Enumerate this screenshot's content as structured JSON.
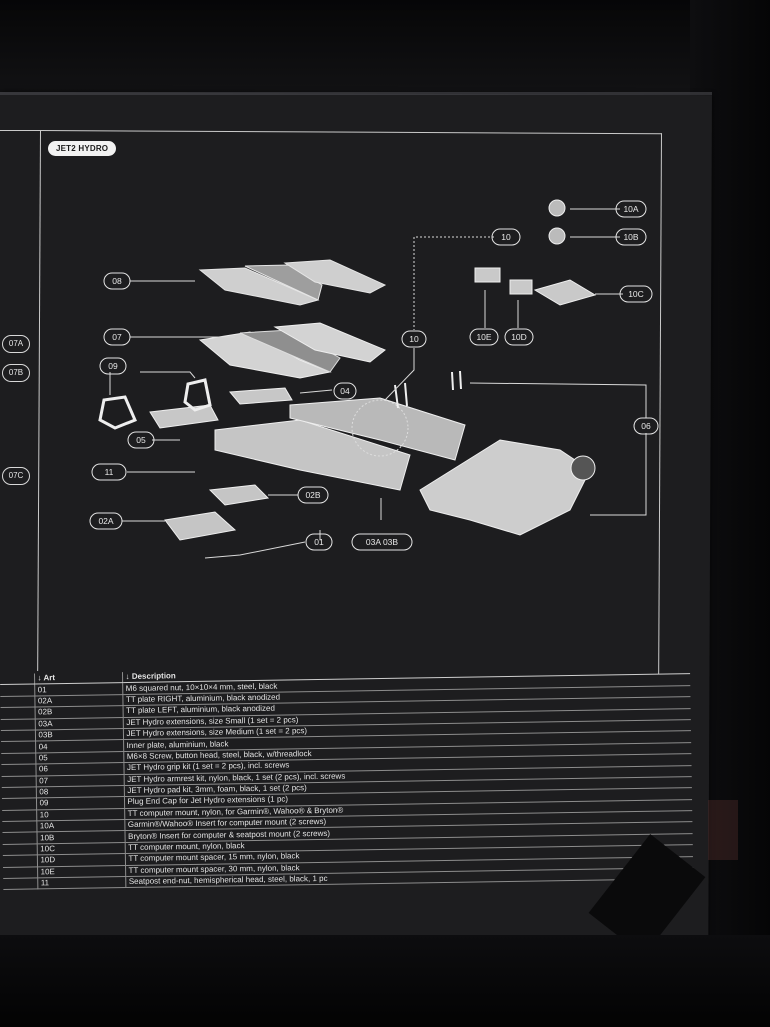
{
  "header": {
    "title": "JET2 HYDRO"
  },
  "side_tags": [
    "07A",
    "07B",
    "07C"
  ],
  "callouts": [
    "08",
    "07",
    "09",
    "05",
    "11",
    "02A",
    "02B",
    "01",
    "03A 03B",
    "04",
    "10",
    "10",
    "10A",
    "10B",
    "10C",
    "10E",
    "10D",
    "06"
  ],
  "table": {
    "headers": {
      "art": "↓ Art",
      "description": "↓ Description"
    },
    "rows": [
      {
        "art": "01",
        "description": "M6 squared nut, 10×10×4 mm, steel, black"
      },
      {
        "art": "02A",
        "description": "TT plate RIGHT, aluminium, black anodized"
      },
      {
        "art": "02B",
        "description": "TT plate LEFT, aluminium, black anodized"
      },
      {
        "art": "03A",
        "description": "JET Hydro extensions, size Small (1 set = 2 pcs)"
      },
      {
        "art": "03B",
        "description": "JET Hydro extensions, size Medium (1 set = 2 pcs)"
      },
      {
        "art": "04",
        "description": "Inner plate, aluminium, black"
      },
      {
        "art": "05",
        "description": "M6×8 Screw, button head, steel, black, w/threadlock"
      },
      {
        "art": "06",
        "description": "JET Hydro grip kit (1 set = 2 pcs), incl. screws"
      },
      {
        "art": "07",
        "description": "JET Hydro armrest kit, nylon, black, 1 set (2 pcs), incl. screws"
      },
      {
        "art": "08",
        "description": "JET Hydro pad kit, 3mm, foam, black, 1 set (2 pcs)"
      },
      {
        "art": "09",
        "description": "Plug End Cap for Jet Hydro extensions (1 pc)"
      },
      {
        "art": "10",
        "description": "TT computer mount, nylon, for Garmin®, Wahoo® & Bryton®"
      },
      {
        "art": "10A",
        "description": "Garmin®/Wahoo® Insert for computer mount (2 screws)"
      },
      {
        "art": "10B",
        "description": "Bryton® Insert for computer & seatpost mount (2 screws)"
      },
      {
        "art": "10C",
        "description": "TT computer mount, nylon, black"
      },
      {
        "art": "10D",
        "description": "TT computer mount spacer, 15 mm, nylon, black"
      },
      {
        "art": "10E",
        "description": "TT computer mount spacer, 30 mm, nylon, black"
      },
      {
        "art": "11",
        "description": "Seatpost end-nut, hemispherical head, steel, black, 1 pc"
      }
    ]
  }
}
